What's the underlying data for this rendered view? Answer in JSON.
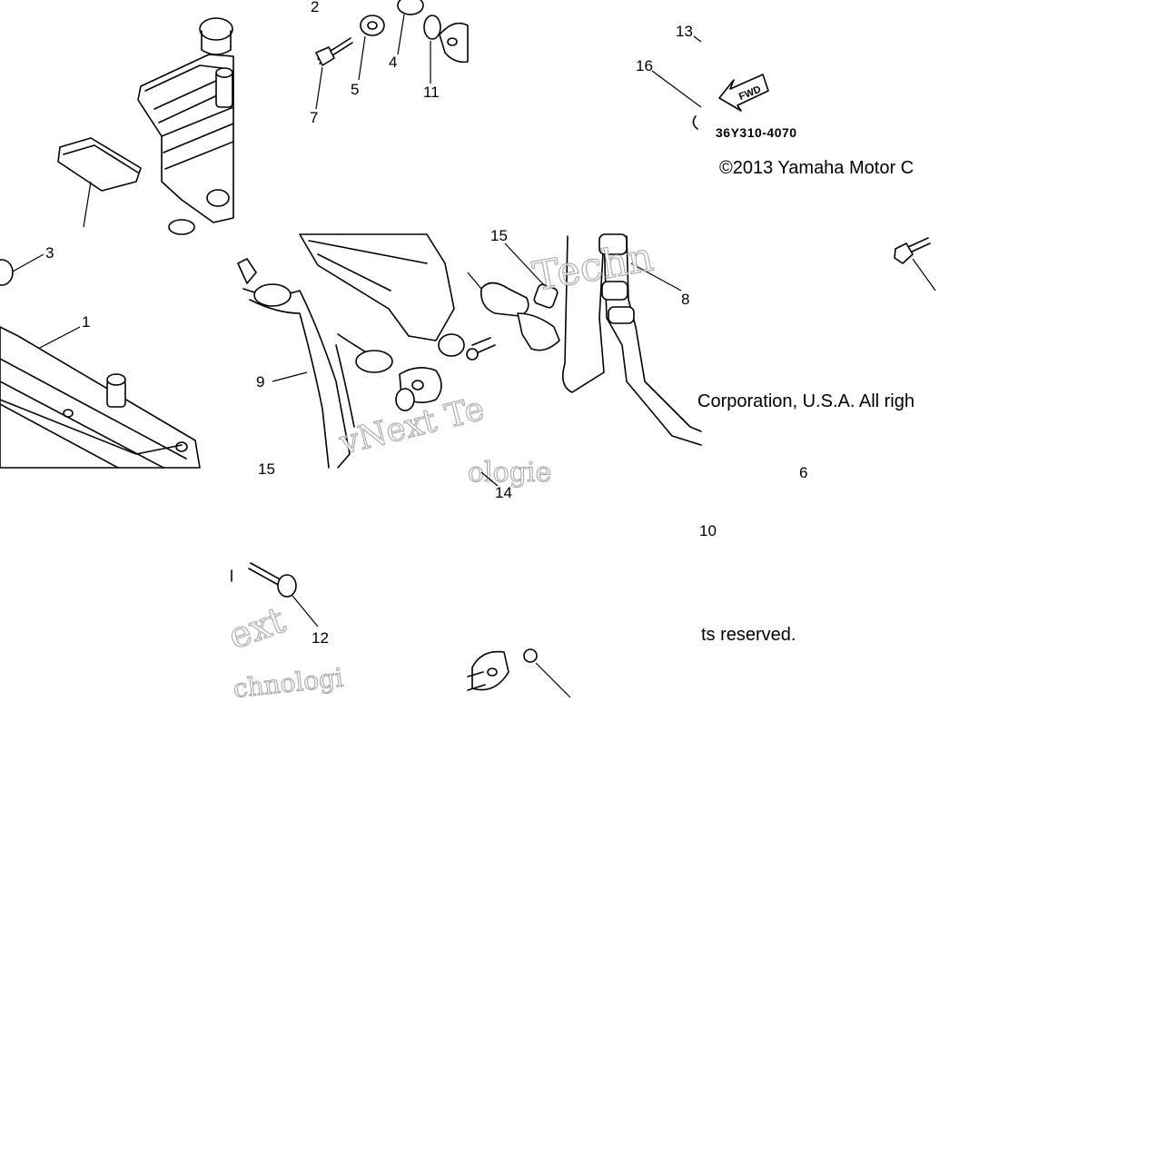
{
  "diagram": {
    "code": "36Y310-4070",
    "fwd_arrow_label": "FWD",
    "copyright": {
      "line1": "©2013 Yamaha Motor C",
      "line2": "Corporation, U.S.A. All righ",
      "line3": "ts reserved."
    },
    "watermarks": [
      "Techn",
      "vNext Te",
      "ologie",
      "ext",
      "chnologi"
    ],
    "callouts": {
      "c1": "1",
      "c2": "2",
      "c3": "3",
      "c4": "4",
      "c5": "5",
      "c6": "6",
      "c7": "7",
      "c8": "8",
      "c9": "9",
      "c10": "10",
      "c11": "11",
      "c12": "12",
      "c13": "13",
      "c14": "14",
      "c15a": "15",
      "c15b": "15",
      "c16": "16"
    }
  }
}
